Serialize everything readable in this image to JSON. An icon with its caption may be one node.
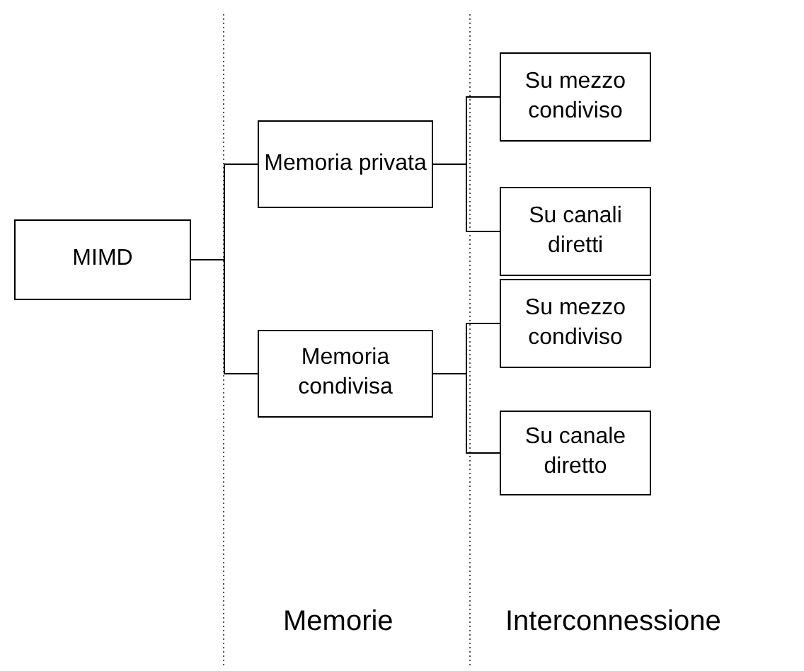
{
  "diagram": {
    "nodes": [
      {
        "text": [
          "MIMD"
        ]
      },
      {
        "text": [
          "Memoria privata"
        ]
      },
      {
        "text": [
          "Memoria condivisa"
        ]
      },
      {
        "text": [
          "Su mezzo condiviso"
        ]
      },
      {
        "text": [
          "Su canali diretti"
        ]
      },
      {
        "text": [
          "Su mezzo condiviso"
        ]
      },
      {
        "text": [
          "Su canale diretto"
        ]
      }
    ],
    "edges": [
      {
        "from": 0,
        "to": 1,
        "arrow": "none"
      },
      {
        "from": 0,
        "to": 2,
        "arrow": "none"
      },
      {
        "from": 1,
        "to": 3,
        "arrow": "none"
      },
      {
        "from": 1,
        "to": 4,
        "arrow": "none"
      },
      {
        "from": 2,
        "to": 5,
        "arrow": "none"
      },
      {
        "from": 2,
        "to": 6,
        "arrow": "none"
      }
    ],
    "labels": [
      "Memorie",
      "Interconnessione"
    ]
  }
}
